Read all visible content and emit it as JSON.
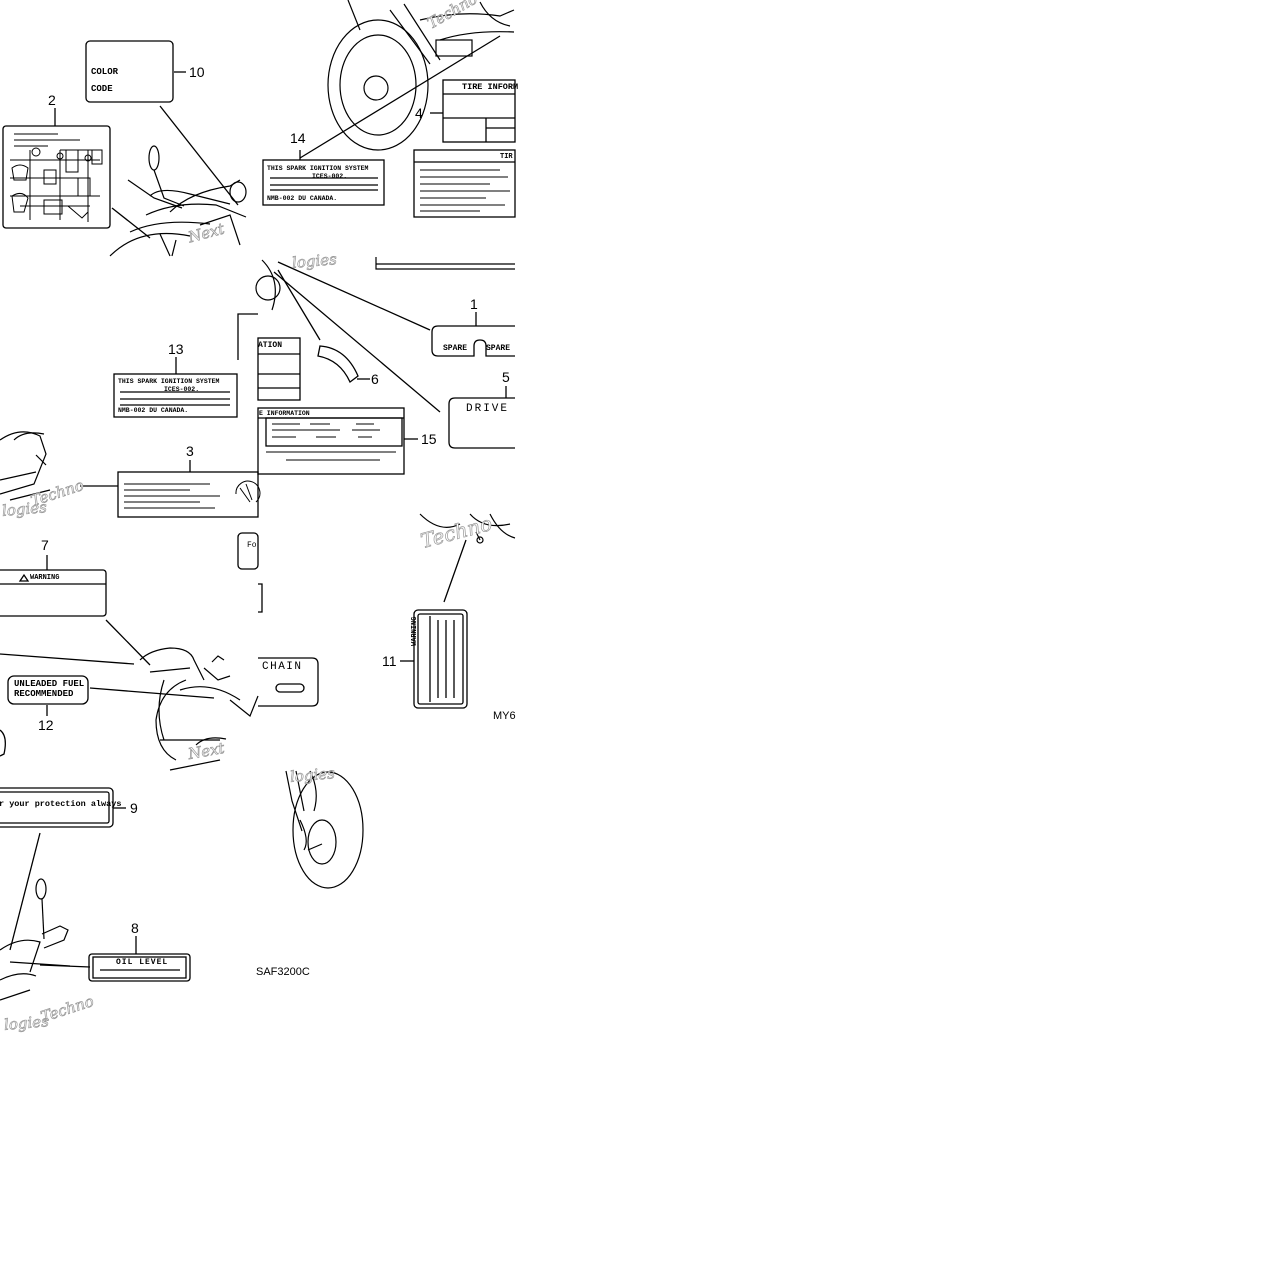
{
  "callouts": [
    "1",
    "2",
    "3",
    "4",
    "5",
    "6",
    "7",
    "8",
    "9",
    "10",
    "11",
    "12",
    "13",
    "14",
    "15"
  ],
  "labels": {
    "color": "COLOR",
    "code": "CODE",
    "spark_line1": "THIS SPARK IGNITION SYSTEM",
    "spark_line2": "ICES-002.",
    "spark_line3": "NMB-002 DU CANADA.",
    "tire_info": "TIRE INFORMATION",
    "tire_info_cut_top": "TIRE INFORM",
    "tire_cut": "TIR",
    "ation_cut": "ATION",
    "e_information": "E INFORMATION",
    "spare": "SPARE",
    "drive": "DRIVE",
    "warning": "WARNING",
    "unleaded_line1": "UNLEADED FUEL",
    "unleaded_line2": "RECOMMENDED",
    "chain": "CHAIN",
    "protection": "r your protection always",
    "oil_level": "OIL LEVEL",
    "fo_cut": "Fo"
  },
  "codes": {
    "bottom": "SAF3200C",
    "right": "MY6"
  },
  "watermark": {
    "next": "Next",
    "techno": "Techno",
    "logies": "logies"
  },
  "colors": {
    "line": "#000000",
    "watermark_outline": "#999999",
    "background": "#ffffff"
  }
}
